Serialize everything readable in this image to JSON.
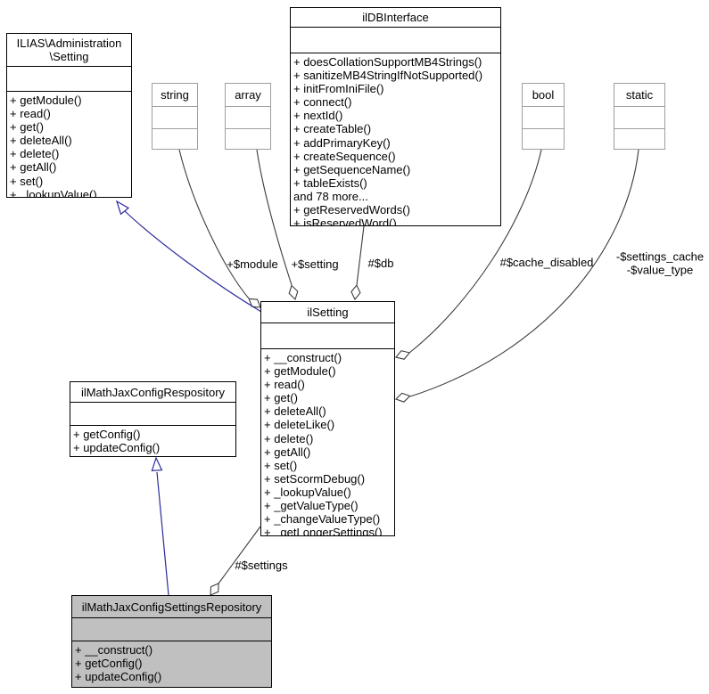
{
  "diagram_type": "uml-collaboration-graph",
  "colors": {
    "edge_gray": "#3c3c3c",
    "inheritance_blue": "#2a2a9c",
    "selected_fill": "#c0c0c0",
    "type_box_border": "#9e9e9e",
    "class_box_border": "#000000",
    "background": "#ffffff"
  },
  "classes": {
    "setting_admin": {
      "title": "ILIAS\\Administration\n\\Setting",
      "methods": [
        "+ getModule()",
        "+ read()",
        "+ get()",
        "+ deleteAll()",
        "+ delete()",
        "+ getAll()",
        "+ set()",
        "+ _lookupValue()"
      ]
    },
    "ildbinterface": {
      "title": "ilDBInterface",
      "methods": [
        "+ doesCollationSupportMB4Strings()",
        "+ sanitizeMB4StringIfNotSupported()",
        "+ initFromIniFile()",
        "+ connect()",
        "+ nextId()",
        "+ createTable()",
        "+ addPrimaryKey()",
        "+ createSequence()",
        "+ getSequenceName()",
        "+ tableExists()",
        "and 78 more...",
        "+ getReservedWords()",
        "+ isReservedWord()"
      ]
    },
    "string_type": {
      "title": "string"
    },
    "array_type": {
      "title": "array"
    },
    "bool_type": {
      "title": "bool"
    },
    "static_type": {
      "title": "static"
    },
    "ilsetting": {
      "title": "ilSetting",
      "methods": [
        "+ __construct()",
        "+ getModule()",
        "+ read()",
        "+ get()",
        "+ deleteAll()",
        "+ deleteLike()",
        "+ delete()",
        "+ getAll()",
        "+ set()",
        "+ setScormDebug()",
        "+ _lookupValue()",
        "+ _getValueType()",
        "+ _changeValueType()",
        "+ _getLongerSettings()"
      ]
    },
    "mathjax_config_repo": {
      "title": "ilMathJaxConfigRespository",
      "methods": [
        "+ getConfig()",
        "+ updateConfig()"
      ]
    },
    "mathjax_settings_repo": {
      "title": "ilMathJaxConfigSettingsRepository",
      "methods": [
        "+ __construct()",
        "+ getConfig()",
        "+ updateConfig()"
      ]
    }
  },
  "edge_labels": {
    "module": "+$module",
    "setting": "+$setting",
    "db": "#$db",
    "cache_disabled": "#$cache_disabled",
    "settings_cache": "-$settings_cache\n-$value_type",
    "settings": "#$settings"
  }
}
